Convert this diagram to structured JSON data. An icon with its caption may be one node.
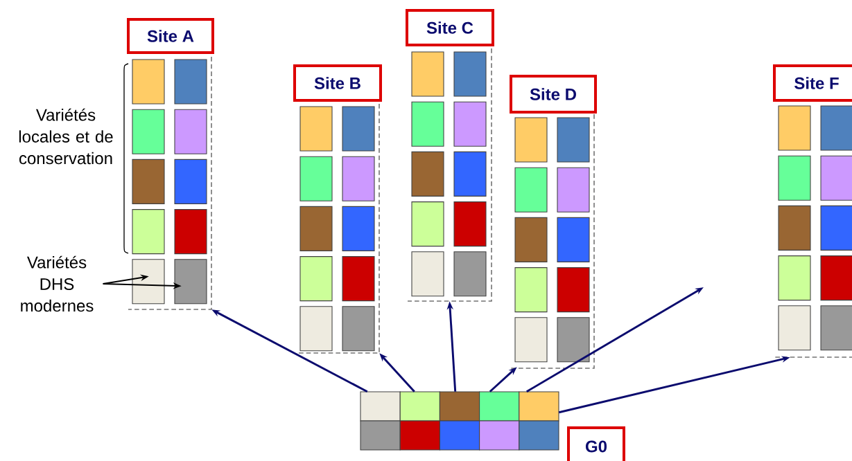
{
  "diagram": {
    "nodes": [
      {
        "text": [
          "Site A"
        ]
      },
      {
        "text": [],
        "shape": "box"
      },
      {
        "text": [
          "Site B"
        ]
      },
      {
        "text": [],
        "shape": "box"
      },
      {
        "text": [
          "Site C"
        ]
      },
      {
        "text": [],
        "shape": "box"
      },
      {
        "text": [
          "Site D"
        ]
      },
      {
        "text": [],
        "shape": "box"
      },
      {
        "text": [
          "Site F"
        ]
      },
      {
        "text": [],
        "shape": "box"
      },
      {
        "text": [],
        "shape": "box"
      },
      {
        "text": [
          "G0"
        ]
      },
      {
        "text": [
          "Variétés locales et de conservation"
        ]
      },
      {
        "text": [
          "Variétés DHS modernes"
        ]
      }
    ],
    "edges": [
      {
        "from": 10,
        "to": 1,
        "arrow": "to"
      },
      {
        "from": 10,
        "to": 3,
        "arrow": "to"
      },
      {
        "from": 10,
        "to": 5,
        "arrow": "to"
      },
      {
        "from": 10,
        "to": 7,
        "arrow": "to"
      },
      {
        "from": 10,
        "to": null,
        "arrow": "to"
      },
      {
        "from": 10,
        "to": 9,
        "arrow": "to"
      },
      {
        "from": 13,
        "to": 1,
        "arrow": "to",
        "color": "#000000"
      },
      {
        "from": 13,
        "to": 1,
        "arrow": "to",
        "color": "#000000"
      }
    ]
  }
}
